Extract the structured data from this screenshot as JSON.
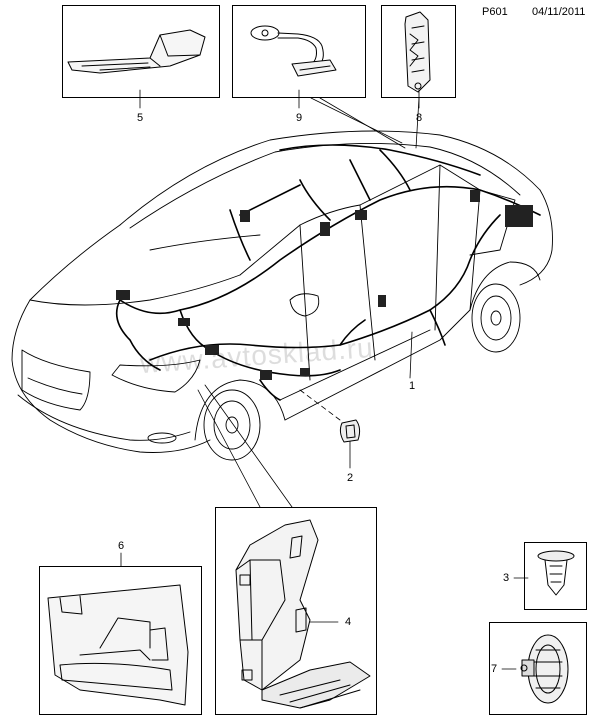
{
  "header": {
    "code": "P601",
    "date": "04/11/2011"
  },
  "watermark": "www.avtosklad.ru",
  "callouts": {
    "c1": "1",
    "c2": "2",
    "c3": "3",
    "c4": "4",
    "c5": "5",
    "c6": "6",
    "c7": "7",
    "c8": "8",
    "c9": "9"
  }
}
